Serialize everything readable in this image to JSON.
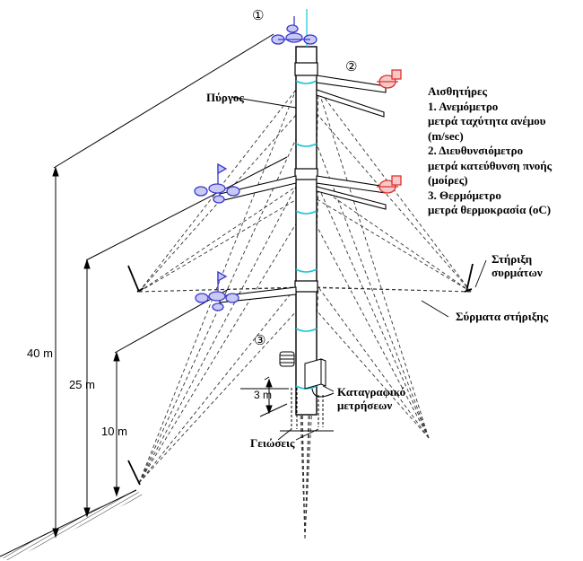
{
  "labels": {
    "tower": "Πύργος",
    "wire_anchor_line1": "Στήριξη",
    "wire_anchor_line2": "συρμάτων",
    "guy_wires": "Σύρματα στήριξης",
    "logger_line1": "Καταγραφικό",
    "logger_line2": "μετρήσεων",
    "grounding": "Γειώσεις"
  },
  "legend": {
    "title": "Αισθητήρες",
    "lines": [
      "1. Ανεμόμετρο",
      "μετρά ταχύτητα ανέμου",
      "(m/sec)",
      "2. Διευθυνσιόμετρο",
      "μετρά κατεύθυνση πνοής",
      "(μοίρες)",
      "3. Θερμόμετρο",
      "μετρά θερμοκρασία (oC)"
    ]
  },
  "callouts": [
    "①",
    "②",
    "③"
  ],
  "dimensions": {
    "h40": "40  m",
    "h25": "25  m",
    "h10": "10  m",
    "h3": "3  m"
  },
  "colors": {
    "anemometer": "#3a3ad0",
    "vane": "#e03030",
    "band": "#19c3d8",
    "line": "#000000"
  }
}
